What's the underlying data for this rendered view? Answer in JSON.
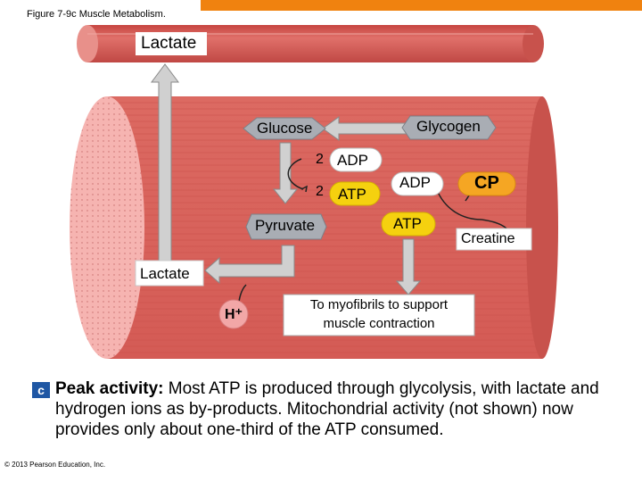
{
  "figure_title": "Figure 7-9c  Muscle Metabolism.",
  "labels": {
    "lactate_top": "Lactate",
    "glucose": "Glucose",
    "glycogen": "Glycogen",
    "two_adp_num": "2",
    "adp_left": "ADP",
    "two_atp_num": "2",
    "atp_yellow_left": "ATP",
    "adp_right": "ADP",
    "cp": "CP",
    "pyruvate": "Pyruvate",
    "atp_yellow_right": "ATP",
    "creatine": "Creatine",
    "lactate_bottom": "Lactate",
    "hydrogen": "H⁺",
    "myofibrils_line1": "To myofibrils to support",
    "myofibrils_line2": "muscle contraction"
  },
  "caption": {
    "badge": "c",
    "lead": "Peak activity:",
    "text": " Most ATP is produced through glycolysis, with lactate and hydrogen ions as by-products. Mitochondrial activity (not shown) now provides only about one-third of the ATP consumed."
  },
  "copyright": "© 2013 Pearson Education, Inc.",
  "colors": {
    "muscle_red": "#d9534f",
    "muscle_dark": "#b23a3a",
    "end_pink": "#f3a3a3",
    "arrow_gray": "#c8c8c8",
    "glucose_hex": "#a9adb4",
    "atp_yellow": "#f5d10f",
    "cp_orange": "#f5a623",
    "hplus_pink": "#f2a7a7"
  }
}
